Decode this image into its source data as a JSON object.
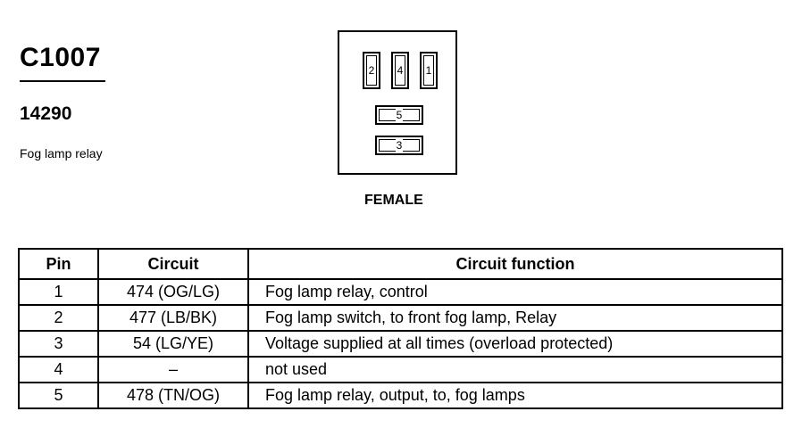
{
  "header": {
    "connector_id": "C1007",
    "part_number": "14290",
    "description": "Fog lamp relay"
  },
  "connector": {
    "gender_label": "FEMALE",
    "pins_vertical": [
      "2",
      "4",
      "1"
    ],
    "pins_horizontal": [
      "5",
      "3"
    ]
  },
  "table": {
    "headers": [
      "Pin",
      "Circuit",
      "Circuit function"
    ],
    "rows": [
      {
        "pin": "1",
        "circuit": "474 (OG/LG)",
        "function": "Fog lamp relay, control"
      },
      {
        "pin": "2",
        "circuit": "477 (LB/BK)",
        "function": "Fog lamp switch, to front fog lamp, Relay"
      },
      {
        "pin": "3",
        "circuit": "54 (LG/YE)",
        "function": "Voltage supplied at all times (overload protected)"
      },
      {
        "pin": "4",
        "circuit": "–",
        "function": "not used"
      },
      {
        "pin": "5",
        "circuit": "478 (TN/OG)",
        "function": "Fog lamp relay, output, to, fog lamps"
      }
    ]
  }
}
